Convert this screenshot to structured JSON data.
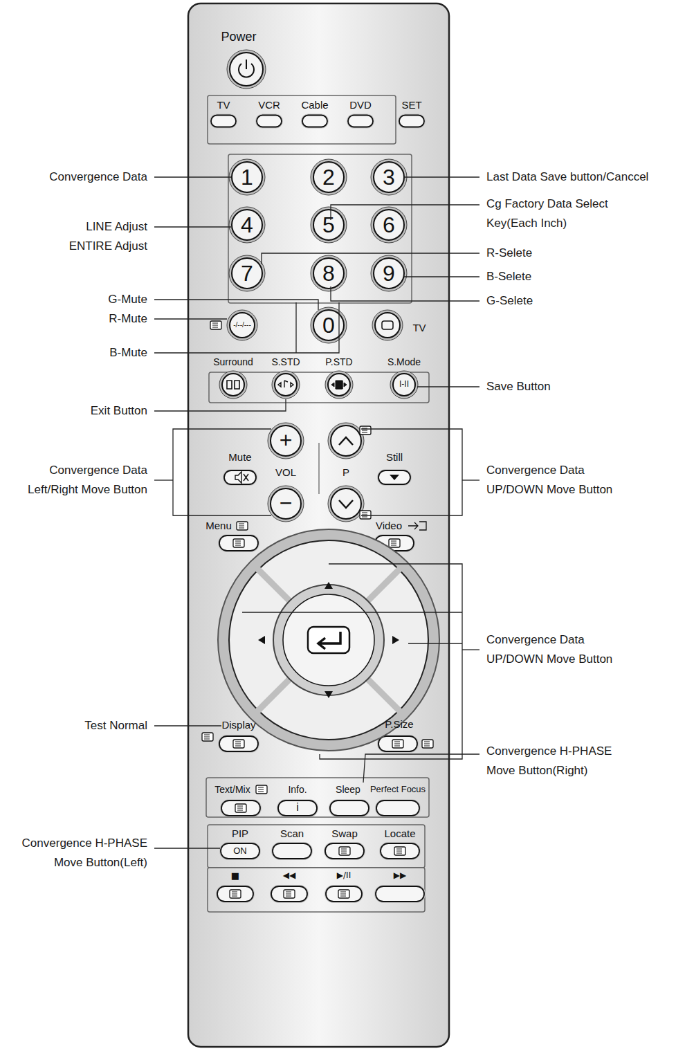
{
  "diagram": {
    "labels": [
      "Power",
      "TV",
      "VCR",
      "Cable",
      "DVD",
      "SET",
      "1",
      "2",
      "3",
      "4",
      "5",
      "6",
      "7",
      "8",
      "9",
      "0",
      "-/--/---",
      "TV",
      "Surround",
      "S.STD",
      "P.STD",
      "S.Mode",
      "I-II",
      "+",
      "−",
      "Mute",
      "VOL",
      "P",
      "Still",
      "Menu",
      "Video",
      "Display",
      "P.Size",
      "Text/Mix",
      "Info.",
      "i",
      "Sleep",
      "Perfect Focus",
      "PIP",
      "ON",
      "Scan",
      "Swap",
      "Locate",
      "■",
      "◀◀",
      "▶/II",
      "▶▶",
      "Convergence Data",
      "LINE Adjust ENTIRE Adjust",
      "G-Mute",
      "R-Mute",
      "B-Mute",
      "Exit Button",
      "Convergence Data Left/Right Move Button",
      "Test Normal",
      "Convergence H-PHASE Move Button(Left)",
      "Last Data Save button/Canccel",
      "Cg Factory Data Select Key(Each Inch)",
      "R-Selete",
      "B-Selete",
      "G-Selete",
      "Save Button",
      "Convergence Data UP/DOWN Move Button",
      "Convergence Data UP/DOWN Move Button",
      "Convergence H-PHASE Move Button(Right)"
    ]
  }
}
